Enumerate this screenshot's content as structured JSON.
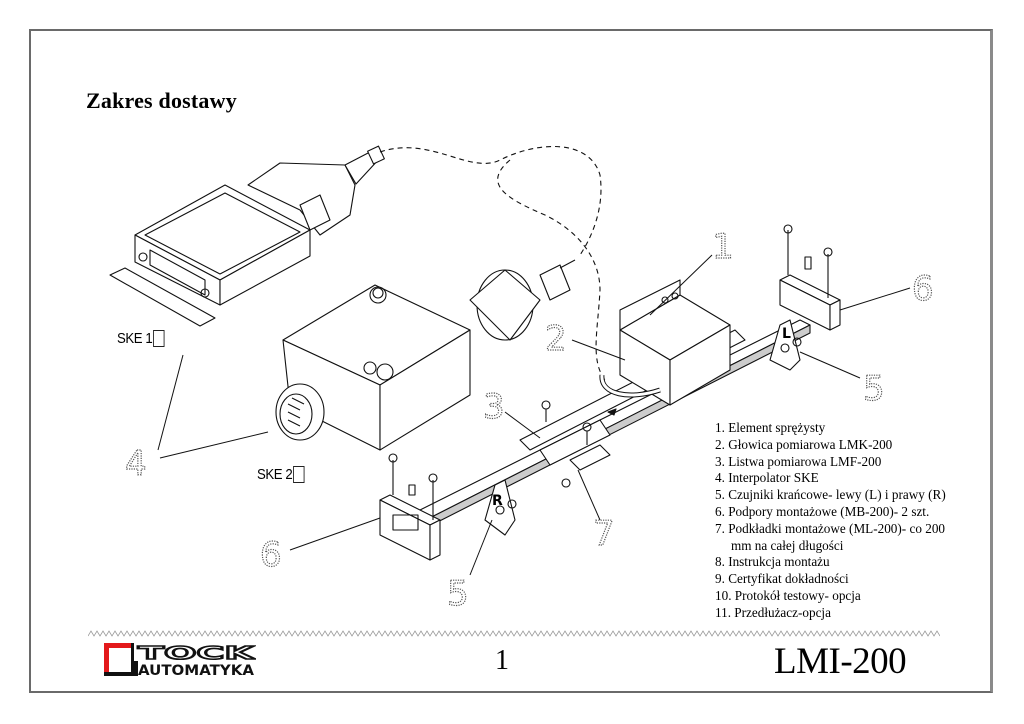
{
  "document": {
    "title": "Zakres dostawy",
    "page_number": "1",
    "doc_code": "LMI-200"
  },
  "logo": {
    "line1": "TOCK",
    "line2": "AUTOMATYKA",
    "accent_color": "#e3191b"
  },
  "diagram": {
    "ske_labels": [
      "SKE 1",
      "SKE 2"
    ],
    "callouts": [
      "1",
      "2",
      "3",
      "4",
      "5",
      "5",
      "6",
      "6",
      "7"
    ],
    "sensor_letters": [
      "L",
      "R"
    ]
  },
  "parts_list": [
    "1. Element sprężysty",
    "2. Głowica pomiarowa LMK-200",
    "3. Listwa pomiarowa LMF-200",
    "4. Interpolator SKE",
    "5. Czujniki krańcowe- lewy (L) i prawy (R)",
    "6. Podpory montażowe (MB-200)- 2 szt.",
    "7. Podkładki montażowe (ML-200)- co 200",
    "mm na całej długości",
    "8. Instrukcja montażu",
    "9. Certyfikat dokładności",
    "10. Protokół testowy- opcja",
    "11. Przedłużacz-opcja"
  ]
}
